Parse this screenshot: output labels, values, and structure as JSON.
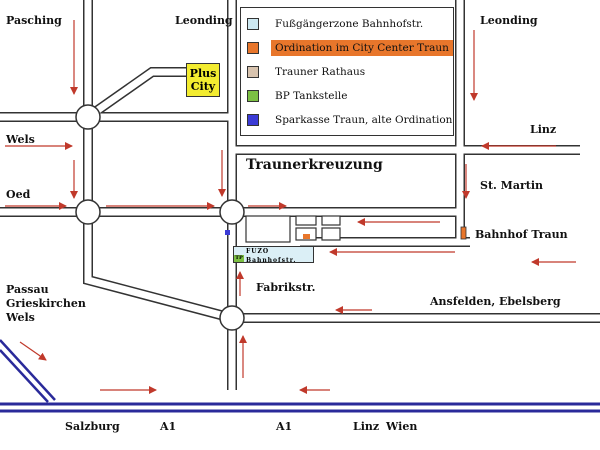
{
  "places": {
    "pasching": "Pasching",
    "leonding_left": "Leonding",
    "leonding_right": "Leonding",
    "wels_top": "Wels",
    "oed": "Oed",
    "linz_right": "Linz",
    "traunerkreuzung": "Traunerkreuzung",
    "st_martin": "St. Martin",
    "bahnhof_traun": "Bahnhof Traun",
    "fabrikstr": "Fabrikstr.",
    "ansfelden": "Ansfelden, Ebelsberg",
    "passau": "Passau",
    "grieskirchen": "Grieskirchen",
    "wels_bottom": "Wels",
    "salzburg": "Salzburg",
    "a1_left": "A1",
    "a1_right": "A1",
    "linz_bottom": "Linz",
    "wien": "Wien"
  },
  "plus_city": {
    "line1": "Plus",
    "line2": "City",
    "color": "#f3ec30"
  },
  "fuzo_box": {
    "prefix": "FUZO",
    "name": "Bahnhofstr.",
    "marker": "TP"
  },
  "legend": [
    {
      "label": "Fußgängerzone Bahnhofstr.",
      "color": "#cde9f2",
      "highlight": false
    },
    {
      "label": "Ordination im City Center Traun",
      "color": "#e8762b",
      "highlight": true
    },
    {
      "label": "Trauner Rathaus",
      "color": "#d8c3ae",
      "highlight": false
    },
    {
      "label": "BP Tankstelle",
      "color": "#7cc043",
      "highlight": false
    },
    {
      "label": "Sparkasse Traun, alte Ordination",
      "color": "#3b3bd6",
      "highlight": false
    }
  ],
  "colors": {
    "road": "#333333",
    "highway": "#2a2a9a",
    "arrow": "#c0392b"
  }
}
